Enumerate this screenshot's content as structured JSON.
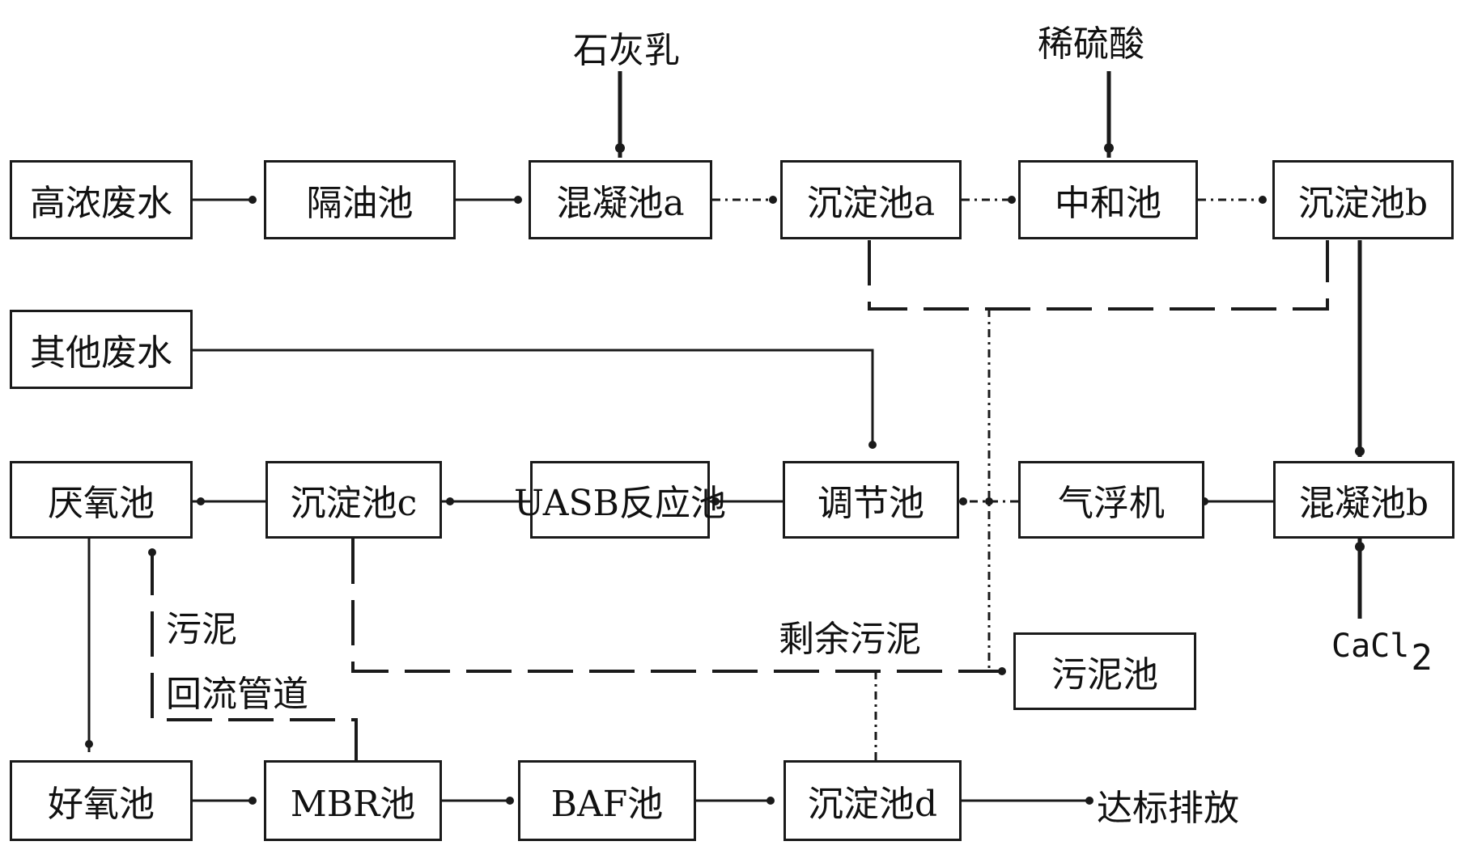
{
  "inputs": {
    "lime_milk": "石灰乳",
    "dilute_sulfuric_acid": "稀硫酸",
    "cacl2": "CaCl",
    "cacl2_subscript": "2"
  },
  "boxes": {
    "high_conc_wastewater": "高浓废水",
    "oil_separation_tank": "隔油池",
    "coagulation_tank_a": "混凝池a",
    "sedimentation_tank_a": "沉淀池a",
    "neutralization_tank": "中和池",
    "sedimentation_tank_b": "沉淀池b",
    "other_wastewater": "其他废水",
    "anaerobic_tank": "厌氧池",
    "sedimentation_tank_c": "沉淀池c",
    "uasb_reactor": "UASB反应池",
    "regulating_tank": "调节池",
    "air_flotation_machine": "气浮机",
    "coagulation_tank_b": "混凝池b",
    "sludge_tank": "污泥池",
    "aerobic_tank": "好氧池",
    "mbr_tank": "MBR池",
    "baf_tank": "BAF池",
    "sedimentation_tank_d": "沉淀池d"
  },
  "labels": {
    "sludge_return_line1": "污泥",
    "sludge_return_line2": "回流管道",
    "excess_sludge": "剩余污泥",
    "discharge": "达标排放"
  }
}
